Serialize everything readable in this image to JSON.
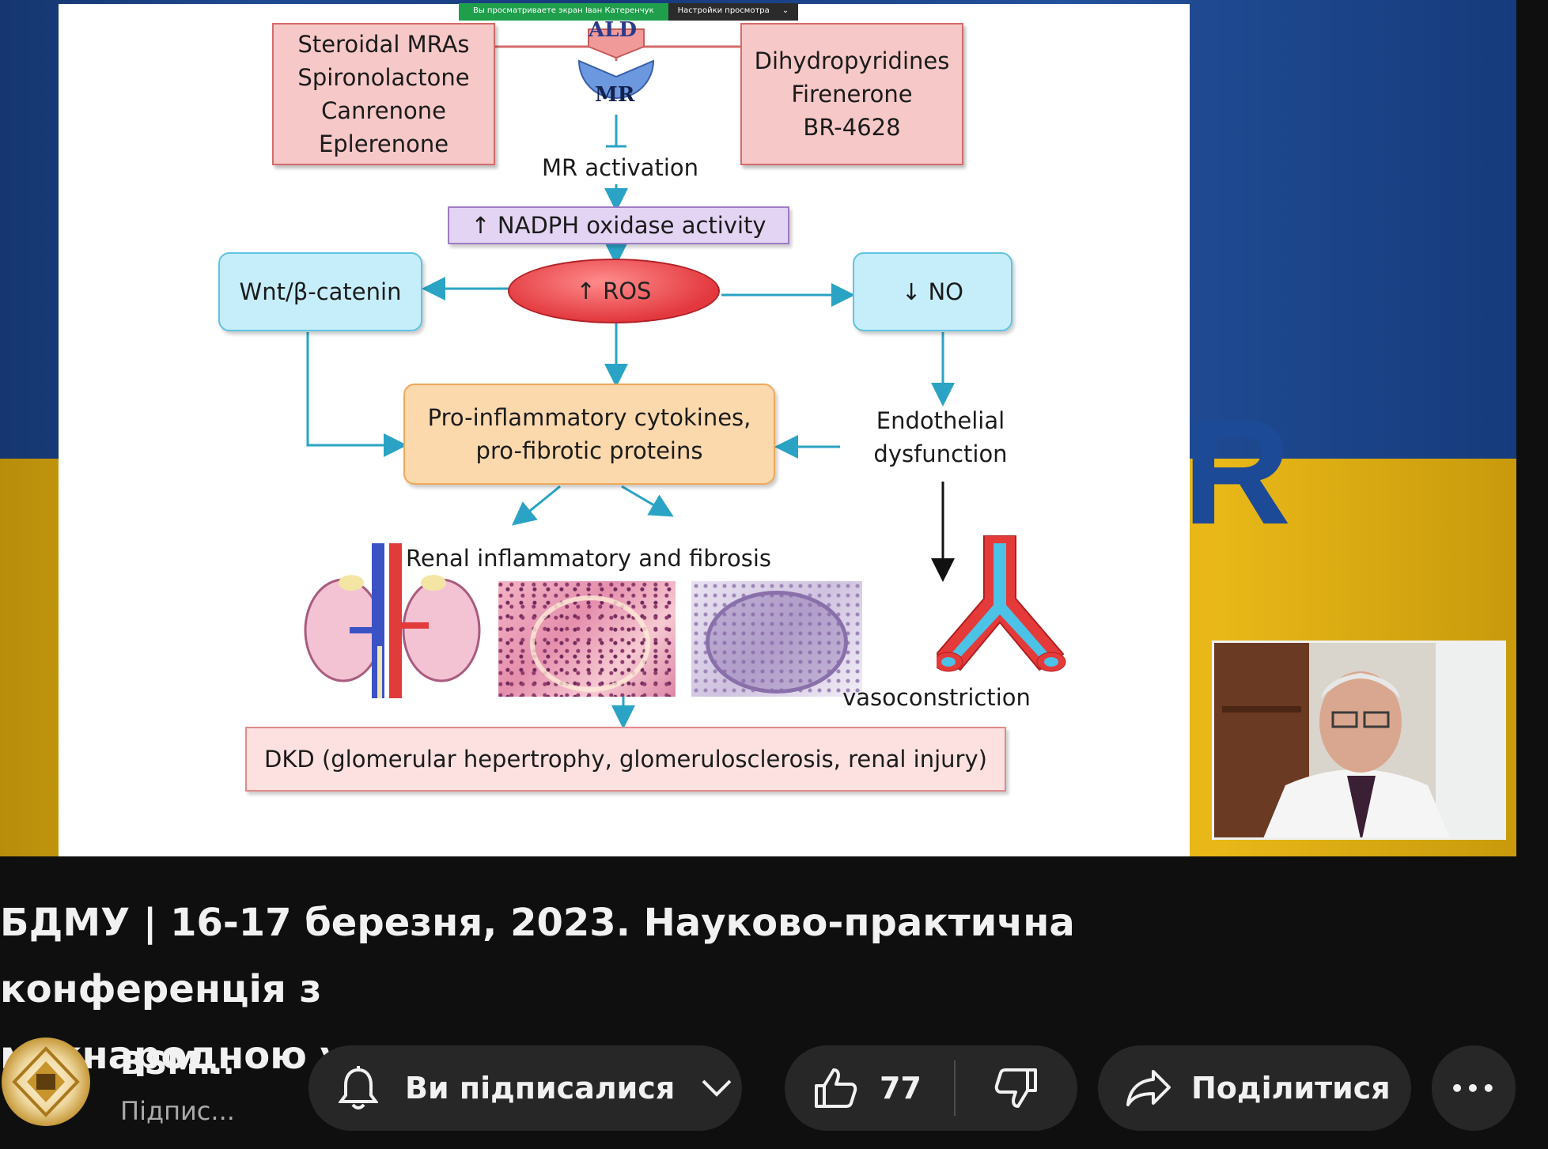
{
  "screen_share": {
    "banner": "Вы просматриваете экран Іван Катеренчук",
    "view_options": "Настройки просмотра",
    "chevron": "⌄"
  },
  "diagram": {
    "ald": "ALD",
    "mr": "MR",
    "steroidal": [
      "Steroidal MRAs",
      "Spironolactone",
      "Canrenone",
      "Eplerenone"
    ],
    "nonsteroidal": [
      "Dihydropyridines",
      "Firenerone",
      "BR-4628"
    ],
    "mr_activation": "MR activation",
    "nadph": "↑ NADPH  oxidase  activity",
    "ros": "↑ ROS",
    "wnt": "Wnt/β-catenin",
    "no": "↓ NO",
    "cytokines": [
      "Pro-inflammatory cytokines,",
      "pro-fibrotic proteins"
    ],
    "endothelial": [
      "Endothelial",
      "dysfunction"
    ],
    "renal": "Renal inflammatory and fibrosis",
    "vasoconstriction": "vasoconstriction",
    "dkd": "DKD (glomerular hepertrophy, glomerulosclerosis, renal injury)"
  },
  "video": {
    "title_line1": "БДМУ | 16-17 березня, 2023. Науково-практична конференція з",
    "title_line2": "міжнародною участю."
  },
  "channel": {
    "name": "BSM...",
    "subscribers": "Підпис..."
  },
  "actions": {
    "subscribed_label": "Ви підписалися",
    "like_count": "77",
    "share_label": "Поділитися",
    "more_label": "•••"
  },
  "colors": {
    "background": "#0f0f0f",
    "pill": "#272727",
    "text": "#f1f1f1",
    "muted": "#aaaaaa"
  }
}
